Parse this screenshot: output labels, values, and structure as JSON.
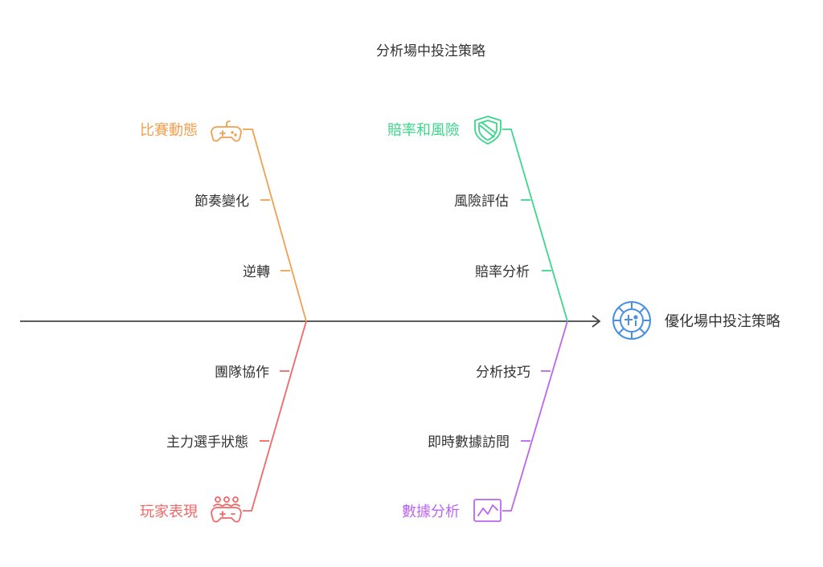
{
  "title": "分析場中投注策略",
  "effect": {
    "label": "優化場中投注策略",
    "icon": "roulette-wheel-icon"
  },
  "colors": {
    "spine": "#444444",
    "match_dynamics": "#F0A050",
    "odds_risk": "#3DD68C",
    "player_performance": "#F06868",
    "data_analysis": "#BB66EE",
    "effect_icon": "#4A8FE0",
    "text": "#333333"
  },
  "categories": {
    "match_dynamics": {
      "label": "比賽動態",
      "icon": "gamepad-icon",
      "causes": [
        "節奏變化",
        "逆轉"
      ]
    },
    "odds_risk": {
      "label": "賠率和風險",
      "icon": "shield-icon",
      "causes": [
        "風險評估",
        "賠率分析"
      ]
    },
    "player_performance": {
      "label": "玩家表現",
      "icon": "team-controller-icon",
      "causes": [
        "團隊協作",
        "主力選手狀態"
      ]
    },
    "data_analysis": {
      "label": "數據分析",
      "icon": "line-chart-icon",
      "causes": [
        "分析技巧",
        "即時數據訪問"
      ]
    }
  }
}
